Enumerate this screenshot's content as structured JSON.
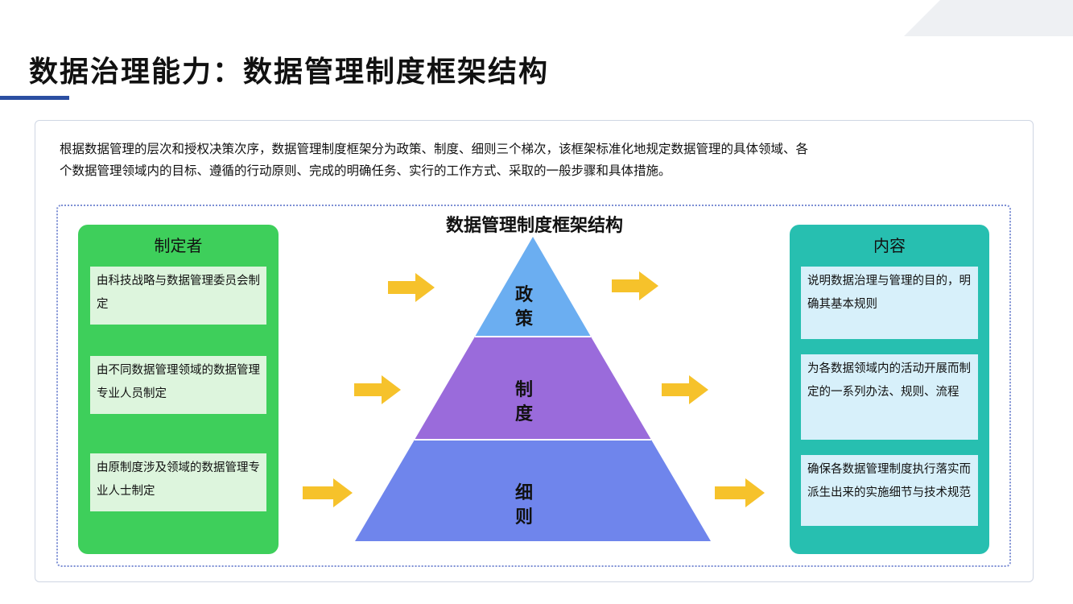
{
  "title": "数据治理能力：数据管理制度框架结构",
  "intro": {
    "line1": "根据数据管理的层次和授权决策次序，数据管理制度框架分为政策、制度、细则三个梯次，该框架标准化地规定数据管理的具体领域、各",
    "line2": "个数据管理领域内的目标、遵循的行动原则、完成的明确任务、实行的工作方式、采取的一般步骤和具体措施。"
  },
  "diagram": {
    "title": "数据管理制度框架结构",
    "left": {
      "header": "制定者",
      "items": [
        "由科技战略与数据管理委员会制定",
        "由不同数据管理领域的数据管理专业人员制定",
        "由原制度涉及领域的数据管理专业人士制定"
      ]
    },
    "right": {
      "header": "内容",
      "items": [
        "说明数据治理与管理的目的，明确其基本规则",
        "为各数据领域内的活动开展而制定的一系列办法、规则、流程",
        "确保各数据管理制度执行落实而派生出来的实施细节与技术规范"
      ]
    },
    "pyramid": {
      "tiers": [
        {
          "label": "政策",
          "color": "#6BAEF1"
        },
        {
          "label": "制度",
          "color": "#9A6BDB"
        },
        {
          "label": "细则",
          "color": "#6F85EC"
        }
      ]
    }
  },
  "colors": {
    "accent": "#2B4FA2",
    "left_panel": "#3ECF5B",
    "right_panel": "#27BFB0",
    "arrow": "#F6C22B"
  },
  "icons": {
    "arrow": "right-arrow-icon"
  }
}
